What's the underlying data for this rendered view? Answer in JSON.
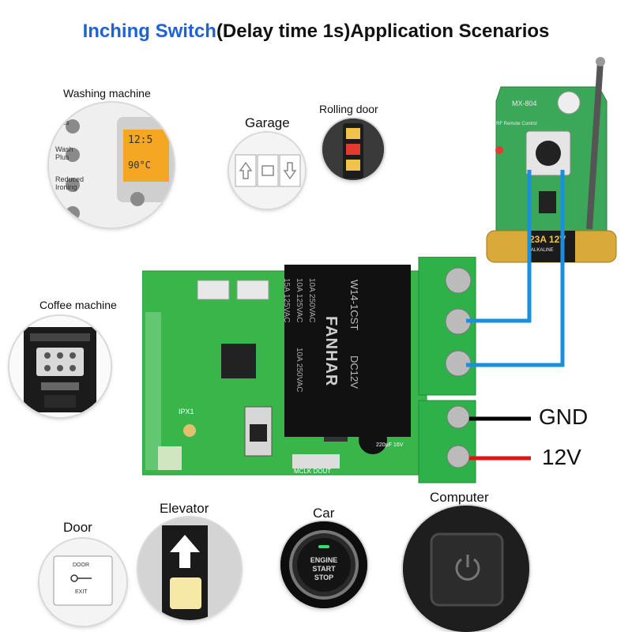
{
  "title": {
    "highlight": "Inching Switch",
    "rest": "(Delay time 1s)Application Scenarios",
    "highlight_color": "#1e63d6"
  },
  "scenarios": {
    "washing_machine": "Washing machine",
    "garage": "Garage",
    "rolling_door": "Rolling door",
    "coffee_machine": "Coffee machine",
    "door": "Door",
    "elevator": "Elevator",
    "car": "Car",
    "computer": "Computer"
  },
  "washer_panel": {
    "labels": [
      "Plus",
      "Wash Plus",
      "Reduced Ironing"
    ],
    "display_time": "12:5",
    "display_temp": "90°C"
  },
  "door_button": {
    "top": "DOOR",
    "bottom": "EXIT"
  },
  "car_button": {
    "line1": "ENGINE",
    "line2": "START",
    "line3": "STOP"
  },
  "remote": {
    "model": "MX-804",
    "text1": "RF  Remote Control",
    "battery": "23A 12V",
    "battery_brand": "ALKALINE"
  },
  "relay": {
    "brand": "FANHAR",
    "model": "W14-1CST",
    "coil": "DC12V",
    "ratings": [
      "10A 250VAC",
      "10A 125VAC",
      "15A 125VAC",
      "10A 250VAC"
    ]
  },
  "board": {
    "ipx": "IPX1",
    "cap": "220µF 16V",
    "header": "MCLK DOUT"
  },
  "wiring": {
    "gnd": "GND",
    "v12": "12V",
    "gnd_color": "#000000",
    "v12_color": "#e01414",
    "signal_color": "#1a8fe0"
  },
  "colors": {
    "pcb": "#39b54a",
    "terminal": "#2fb14a",
    "relay": "#111111"
  }
}
